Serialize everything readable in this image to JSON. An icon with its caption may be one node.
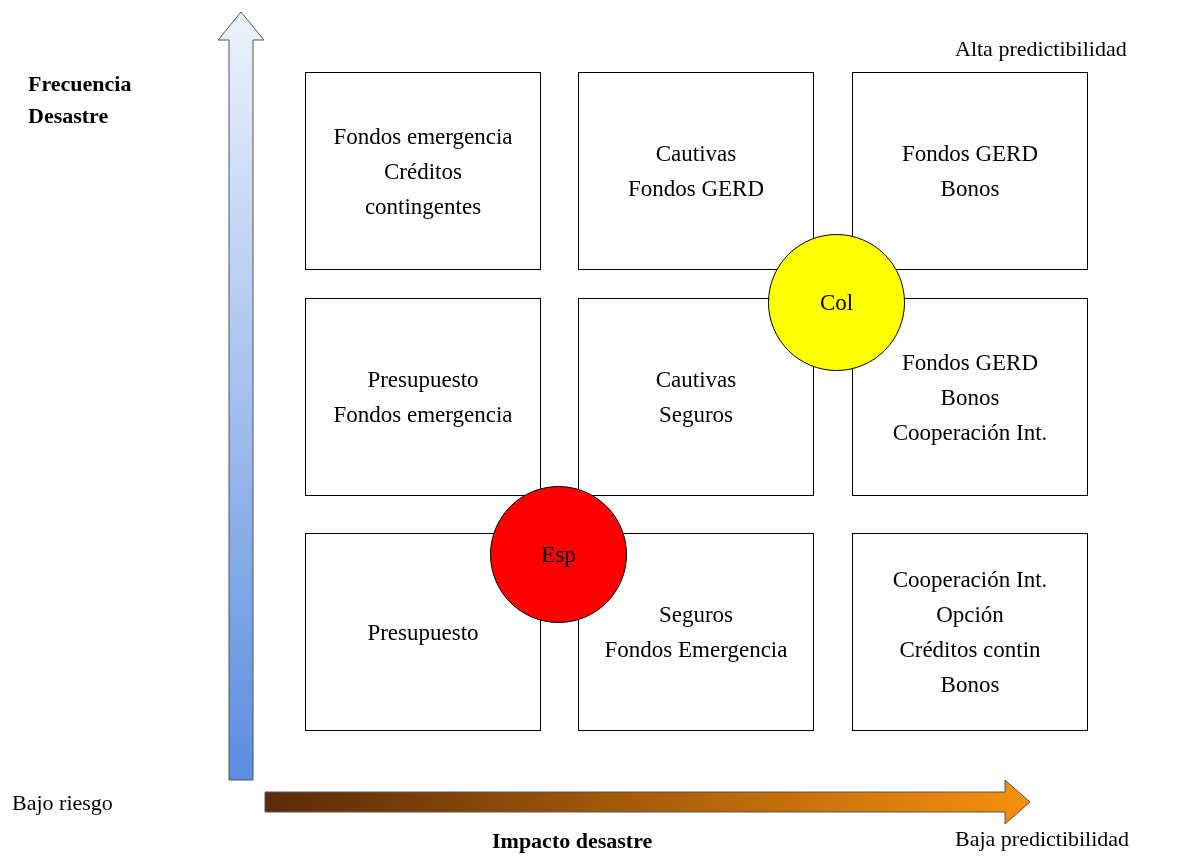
{
  "diagram": {
    "nodes": [
      {
        "text": [
          "Fondos emergencia",
          "Créditos contingentes"
        ]
      },
      {
        "text": [
          "Cautivas",
          "Fondos GERD"
        ]
      },
      {
        "text": [
          "Fondos GERD",
          "Bonos"
        ]
      },
      {
        "text": [
          "Presupuesto",
          "Fondos emergencia"
        ]
      },
      {
        "text": [
          "Cautivas",
          "Seguros"
        ]
      },
      {
        "text": [
          "Fondos GERD",
          "Bonos",
          "Cooperación Int."
        ]
      },
      {
        "text": [
          "Presupuesto"
        ]
      },
      {
        "text": [
          "Seguros",
          "Fondos Emergencia"
        ]
      },
      {
        "text": [
          "Cooperación Int.",
          "Opción",
          "Créditos contin",
          "Bonos"
        ]
      },
      {
        "text": [
          "Col"
        ]
      },
      {
        "text": [
          "Esp"
        ]
      }
    ],
    "edges": [],
    "labels": [
      "Frecuencia Desastre",
      "Alta predictibilidad",
      "Bajo riesgo",
      "Impacto desastre",
      "Baja predictibilidad"
    ]
  }
}
